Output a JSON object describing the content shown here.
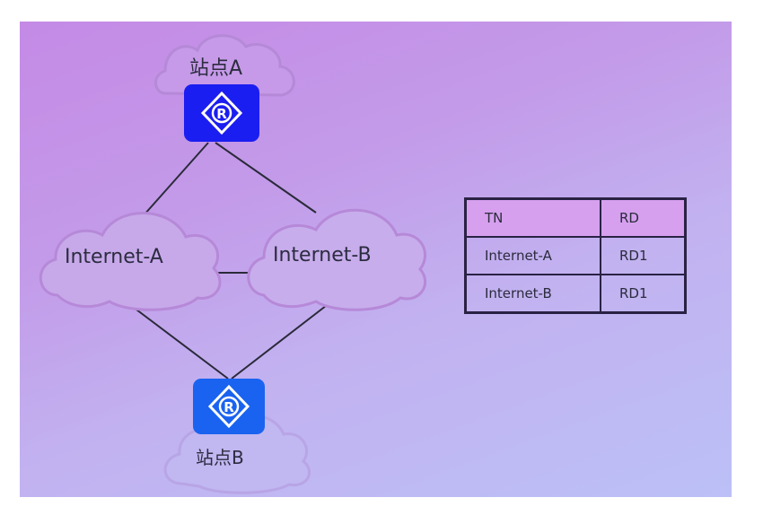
{
  "sites": {
    "a": {
      "label": "站点A"
    },
    "b": {
      "label": "站点B"
    }
  },
  "networks": {
    "a": {
      "label": "Internet-A"
    },
    "b": {
      "label": "Internet-B"
    }
  },
  "router_glyph": "R",
  "router_icon": "router-icon",
  "colors": {
    "router_a": "#1b1ef0",
    "router_b": "#1a63f0",
    "link": "#2a2a3a",
    "cloud_outline": "#b689d8"
  },
  "table": {
    "headers": [
      "TN",
      "RD"
    ],
    "rows": [
      [
        "Internet-A",
        "RD1"
      ],
      [
        "Internet-B",
        "RD1"
      ]
    ]
  }
}
